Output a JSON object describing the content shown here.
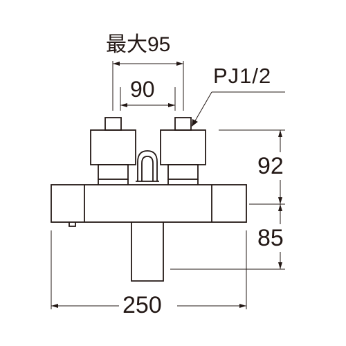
{
  "dimensions": {
    "max_width_label": "最大95",
    "pitch_label": "90",
    "thread_label": "PJ1/2",
    "height_upper_label": "92",
    "height_lower_label": "85",
    "total_width_label": "250"
  }
}
